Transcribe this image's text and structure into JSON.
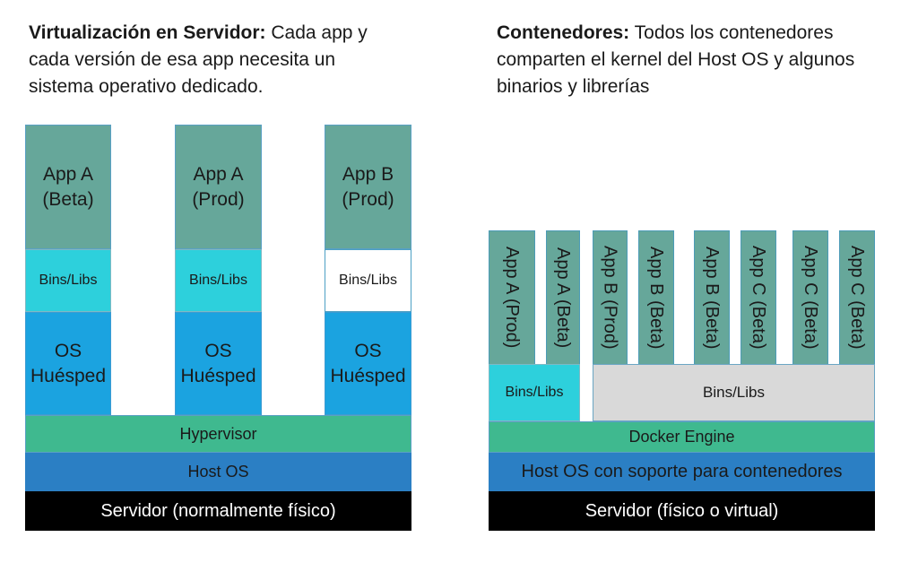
{
  "left": {
    "caption_bold": "Virtualización en Servidor:",
    "caption_rest": " Cada app y cada versión de esa app necesita un sistema operativo dedicado.",
    "columns": [
      {
        "app_line1": "App A",
        "app_line2": "(Beta)",
        "bins": "Bins/Libs",
        "os_line1": "OS",
        "os_line2": "Huésped"
      },
      {
        "app_line1": "App A",
        "app_line2": "(Prod)",
        "bins": "Bins/Libs",
        "os_line1": "OS",
        "os_line2": "Huésped"
      },
      {
        "app_line1": "App B",
        "app_line2": "(Prod)",
        "bins": "Bins/Libs",
        "os_line1": "OS",
        "os_line2": "Huésped"
      }
    ],
    "hypervisor": "Hypervisor",
    "host_os": "Host OS",
    "server": "Servidor (normalmente físico)"
  },
  "right": {
    "caption_bold": "Contenedores:",
    "caption_rest": " Todos los contenedores comparten el kernel del Host OS y algunos binarios y librerías",
    "apps": [
      "App A (Prod)",
      "App A (Beta)",
      "App B (Prod)",
      "App B (Beta)",
      "App B (Beta)",
      "App C (Beta)",
      "App C (Beta)",
      "App C (Beta)"
    ],
    "bins_small": "Bins/Libs",
    "bins_large": "Bins/Libs",
    "docker": "Docker Engine",
    "host_os": "Host OS con soporte para contenedores",
    "server": "Servidor (físico o virtual)"
  },
  "colors": {
    "app": "#66a79a",
    "bins_cyan": "#2dd0dc",
    "bins_gray": "#d9d9d9",
    "os": "#1ba3e0",
    "hypervisor": "#3fb98f",
    "host_os": "#2b7fc4",
    "server": "#000000"
  }
}
